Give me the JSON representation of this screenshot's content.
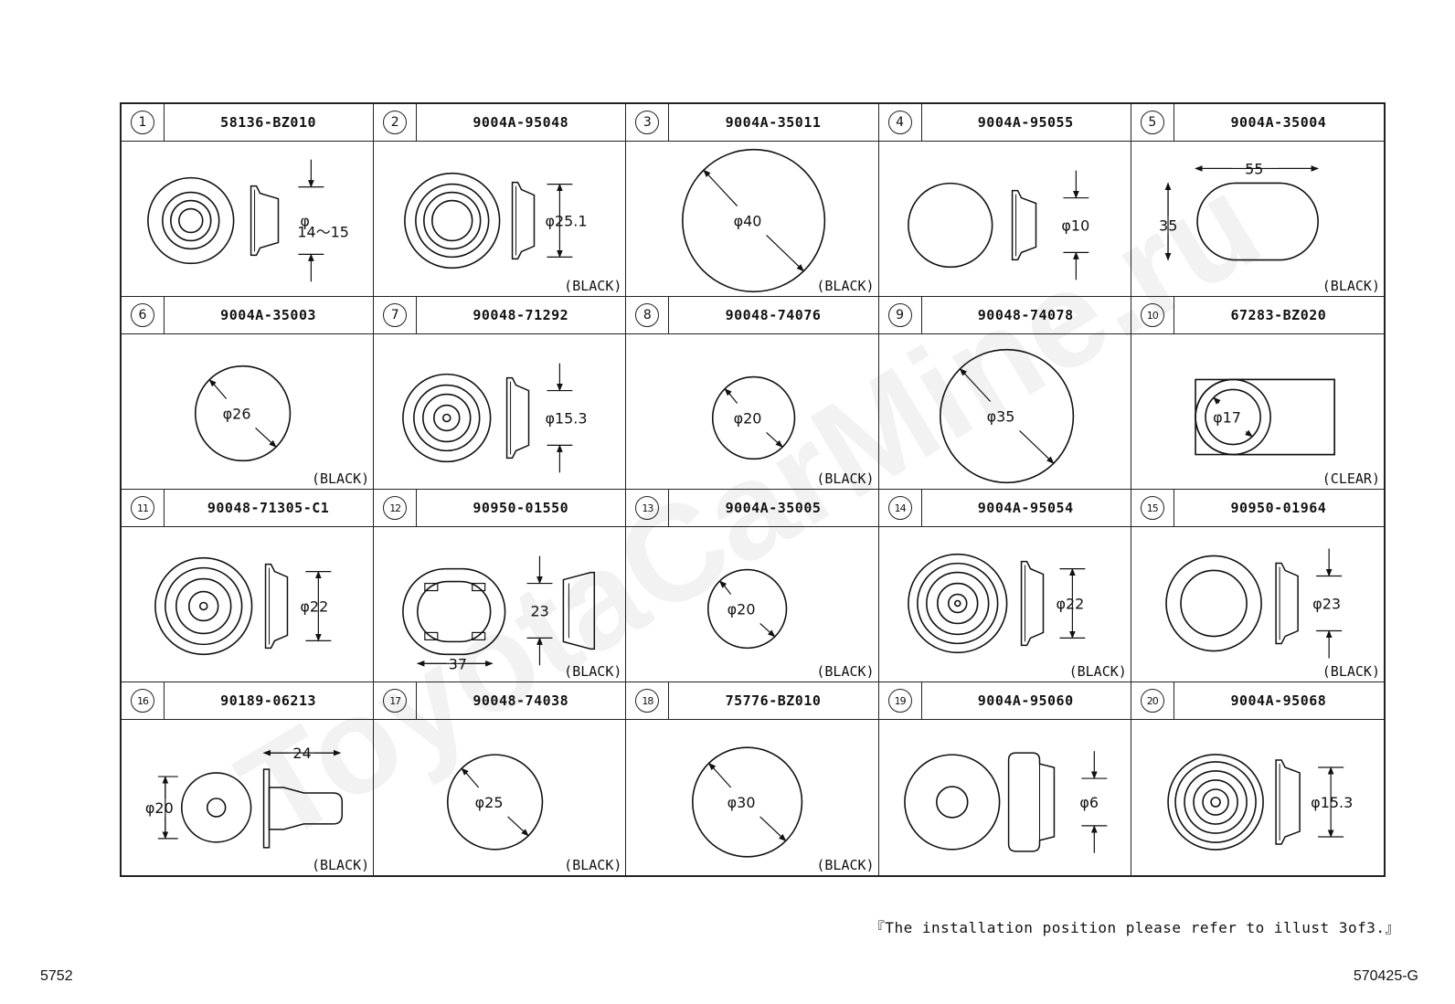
{
  "watermark": "ToyotaCarMine.ru",
  "parts": [
    {
      "num": "1",
      "part_no": "58136-BZ010",
      "dimension": "14～15",
      "color": ""
    },
    {
      "num": "2",
      "part_no": "9004A-95048",
      "dimension": "25.1",
      "color": "(BLACK)"
    },
    {
      "num": "3",
      "part_no": "9004A-35011",
      "dimension": "40",
      "color": "(BLACK)"
    },
    {
      "num": "4",
      "part_no": "9004A-95055",
      "dimension": "10",
      "color": ""
    },
    {
      "num": "5",
      "part_no": "9004A-35004",
      "dimension": "35",
      "dimension2": "55",
      "color": "(BLACK)"
    },
    {
      "num": "6",
      "part_no": "9004A-35003",
      "dimension": "26",
      "color": "(BLACK)"
    },
    {
      "num": "7",
      "part_no": "90048-71292",
      "dimension": "15.3",
      "color": ""
    },
    {
      "num": "8",
      "part_no": "90048-74076",
      "dimension": "20",
      "color": "(BLACK)"
    },
    {
      "num": "9",
      "part_no": "90048-74078",
      "dimension": "35",
      "color": ""
    },
    {
      "num": "10",
      "part_no": "67283-BZ020",
      "dimension": "17",
      "color": "(CLEAR)"
    },
    {
      "num": "11",
      "part_no": "90048-71305-C1",
      "dimension": "22",
      "color": ""
    },
    {
      "num": "12",
      "part_no": "90950-01550",
      "dimension": "23",
      "dimension2": "37",
      "color": "(BLACK)"
    },
    {
      "num": "13",
      "part_no": "9004A-35005",
      "dimension": "20",
      "color": "(BLACK)"
    },
    {
      "num": "14",
      "part_no": "9004A-95054",
      "dimension": "22",
      "color": "(BLACK)"
    },
    {
      "num": "15",
      "part_no": "90950-01964",
      "dimension": "23",
      "color": "(BLACK)"
    },
    {
      "num": "16",
      "part_no": "90189-06213",
      "dimension": "20",
      "dimension2": "24",
      "color": "(BLACK)"
    },
    {
      "num": "17",
      "part_no": "90048-74038",
      "dimension": "25",
      "color": "(BLACK)"
    },
    {
      "num": "18",
      "part_no": "75776-BZ010",
      "dimension": "30",
      "color": "(BLACK)"
    },
    {
      "num": "19",
      "part_no": "9004A-95060",
      "dimension": "6",
      "color": ""
    },
    {
      "num": "20",
      "part_no": "9004A-95068",
      "dimension": "15.3",
      "color": ""
    }
  ],
  "footer": {
    "note": "『The installation position please refer to illust 3of3.』",
    "page": "5752",
    "code": "570425-G"
  }
}
